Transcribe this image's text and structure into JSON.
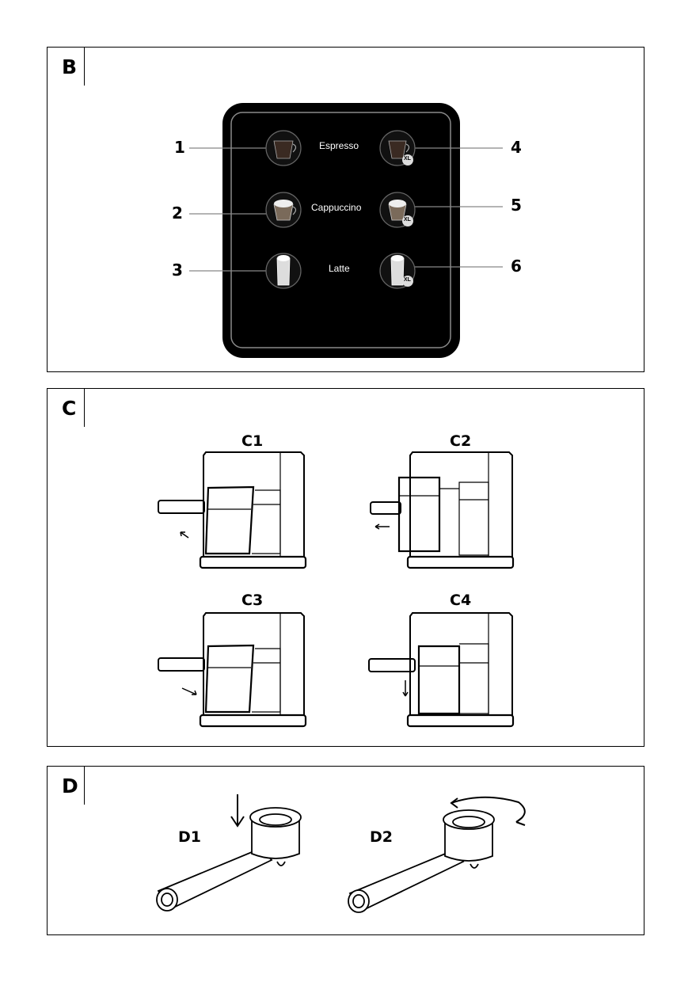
{
  "panels": {
    "b": {
      "tag": "B",
      "callouts": [
        "1",
        "2",
        "3",
        "4",
        "5",
        "6"
      ],
      "drinks": [
        "Espresso",
        "Cappuccino",
        "Latte"
      ],
      "xl_badge": "XL",
      "colors": {
        "panel_bg": "#000000",
        "panel_frame": "#7a7a7a",
        "text": "#ffffff"
      }
    },
    "c": {
      "tag": "C",
      "figures": [
        "C1",
        "C2",
        "C3",
        "C4"
      ],
      "arrows": [
        "arrow-up-left-icon",
        "arrow-left-icon",
        "arrow-down-right-icon",
        "arrow-down-icon"
      ]
    },
    "d": {
      "tag": "D",
      "figures": [
        "D1",
        "D2"
      ],
      "arrows": [
        "arrow-down-icon",
        "rotate-arrow-icon"
      ]
    }
  }
}
